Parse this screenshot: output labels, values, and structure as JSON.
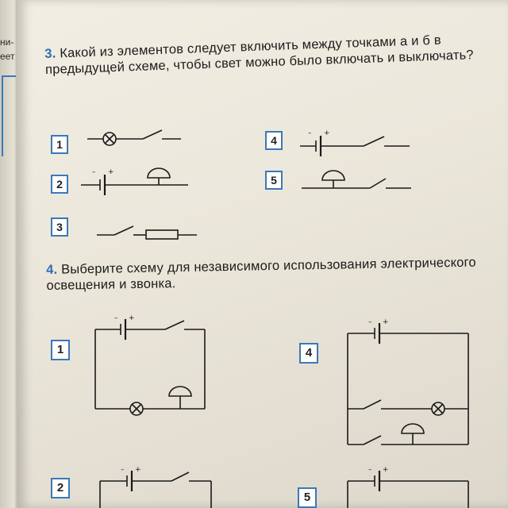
{
  "left_page": {
    "snippet_1": "ни-",
    "snippet_2": "еет"
  },
  "question3": {
    "number": "3.",
    "text": "Какой из элементов следует включить между точками а и б в предыдущей схеме, чтобы свет можно было включать и выключать?",
    "options": [
      {
        "label": "1",
        "elements": [
          "lamp-icon",
          "switch-icon"
        ]
      },
      {
        "label": "2",
        "elements": [
          "battery-icon",
          "bell-icon"
        ]
      },
      {
        "label": "3",
        "elements": [
          "switch-icon",
          "resistor-icon"
        ]
      },
      {
        "label": "4",
        "elements": [
          "battery-icon",
          "switch-icon"
        ]
      },
      {
        "label": "5",
        "elements": [
          "bell-icon",
          "switch-icon"
        ]
      }
    ]
  },
  "question4": {
    "number": "4.",
    "text": "Выберите схему для независимого использования электрического освещения и звонка.",
    "options": [
      {
        "label": "1"
      },
      {
        "label": "4"
      },
      {
        "label": "2"
      },
      {
        "label": "5"
      }
    ]
  },
  "symbols": {
    "battery_minus": "–",
    "battery_plus": "+"
  },
  "colors": {
    "accent_blue": "#3b78b8",
    "page": "#ece7db",
    "ink": "#1a1a1a"
  }
}
